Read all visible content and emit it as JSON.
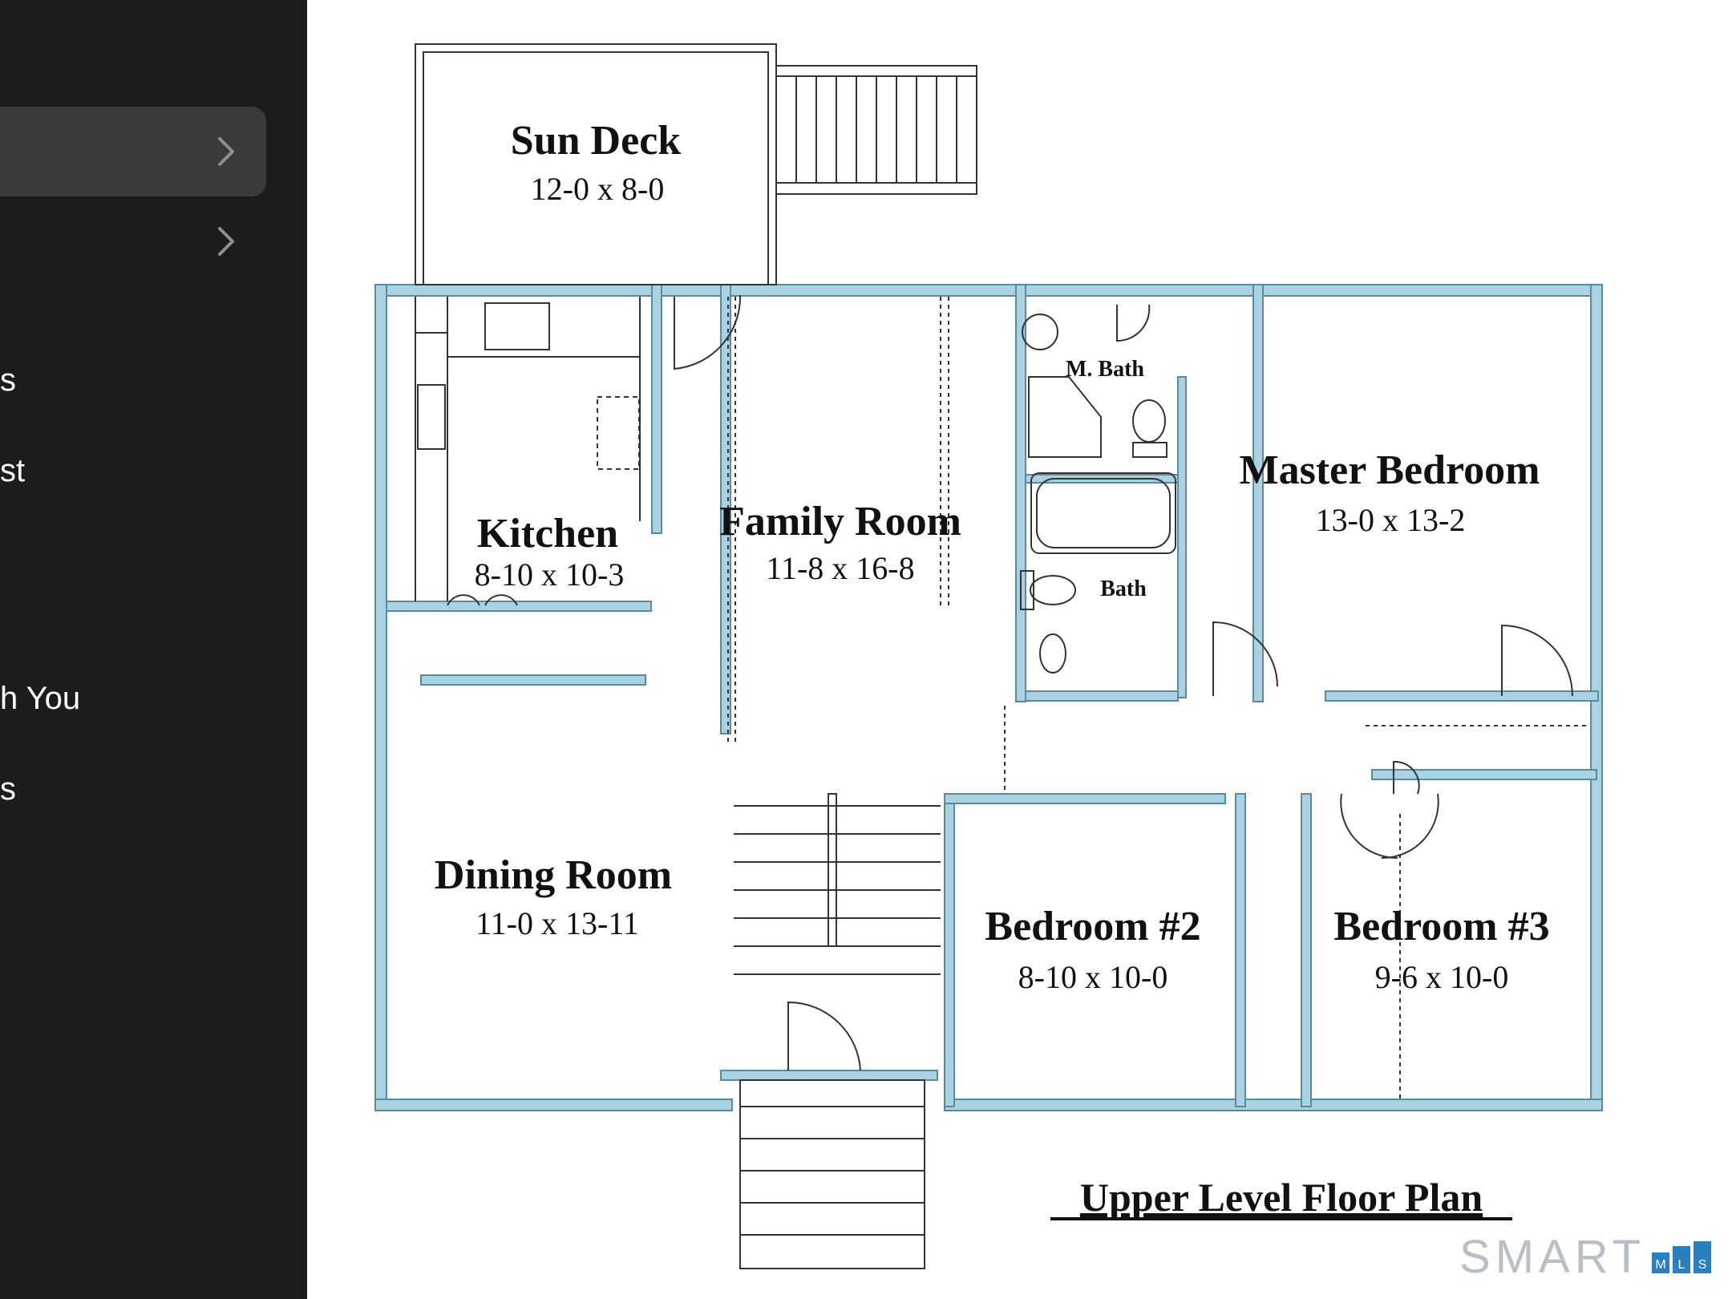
{
  "sidebar": {
    "items": [
      {
        "label": "",
        "selected": true,
        "chevron": true
      },
      {
        "label": "",
        "selected": false,
        "chevron": true
      },
      {
        "label": "s"
      },
      {
        "label": "st"
      },
      {
        "label": "h You"
      },
      {
        "label": "s"
      }
    ]
  },
  "floorplan": {
    "title": "Upper Level Floor Plan",
    "rooms": [
      {
        "name": "Sun Deck",
        "dims": "12-0 x 8-0"
      },
      {
        "name": "Kitchen",
        "dims": "8-10 x 10-3"
      },
      {
        "name": "Family Room",
        "dims": "11-8 x 16-8"
      },
      {
        "name": "Master Bedroom",
        "dims": "13-0 x 13-2"
      },
      {
        "name": "Dining Room",
        "dims": "11-0 x 13-11"
      },
      {
        "name": "Bedroom #2",
        "dims": "8-10 x 10-0"
      },
      {
        "name": "Bedroom #3",
        "dims": "9-6 x 10-0"
      }
    ],
    "small_labels": [
      "M. Bath",
      "Bath"
    ]
  },
  "logo": {
    "text": "SMART",
    "letters": [
      "M",
      "L",
      "S"
    ]
  },
  "colors": {
    "wall": "#a9d3e2",
    "wall_outline": "#5b8a9c",
    "sidebar_bg": "#1c1c1e",
    "sidebar_selected": "#3a3a3c",
    "logo": "#b9bfc6",
    "logo_accent": "#2a7fc0"
  },
  "icons": {
    "chevron": "chevron-right-icon"
  }
}
